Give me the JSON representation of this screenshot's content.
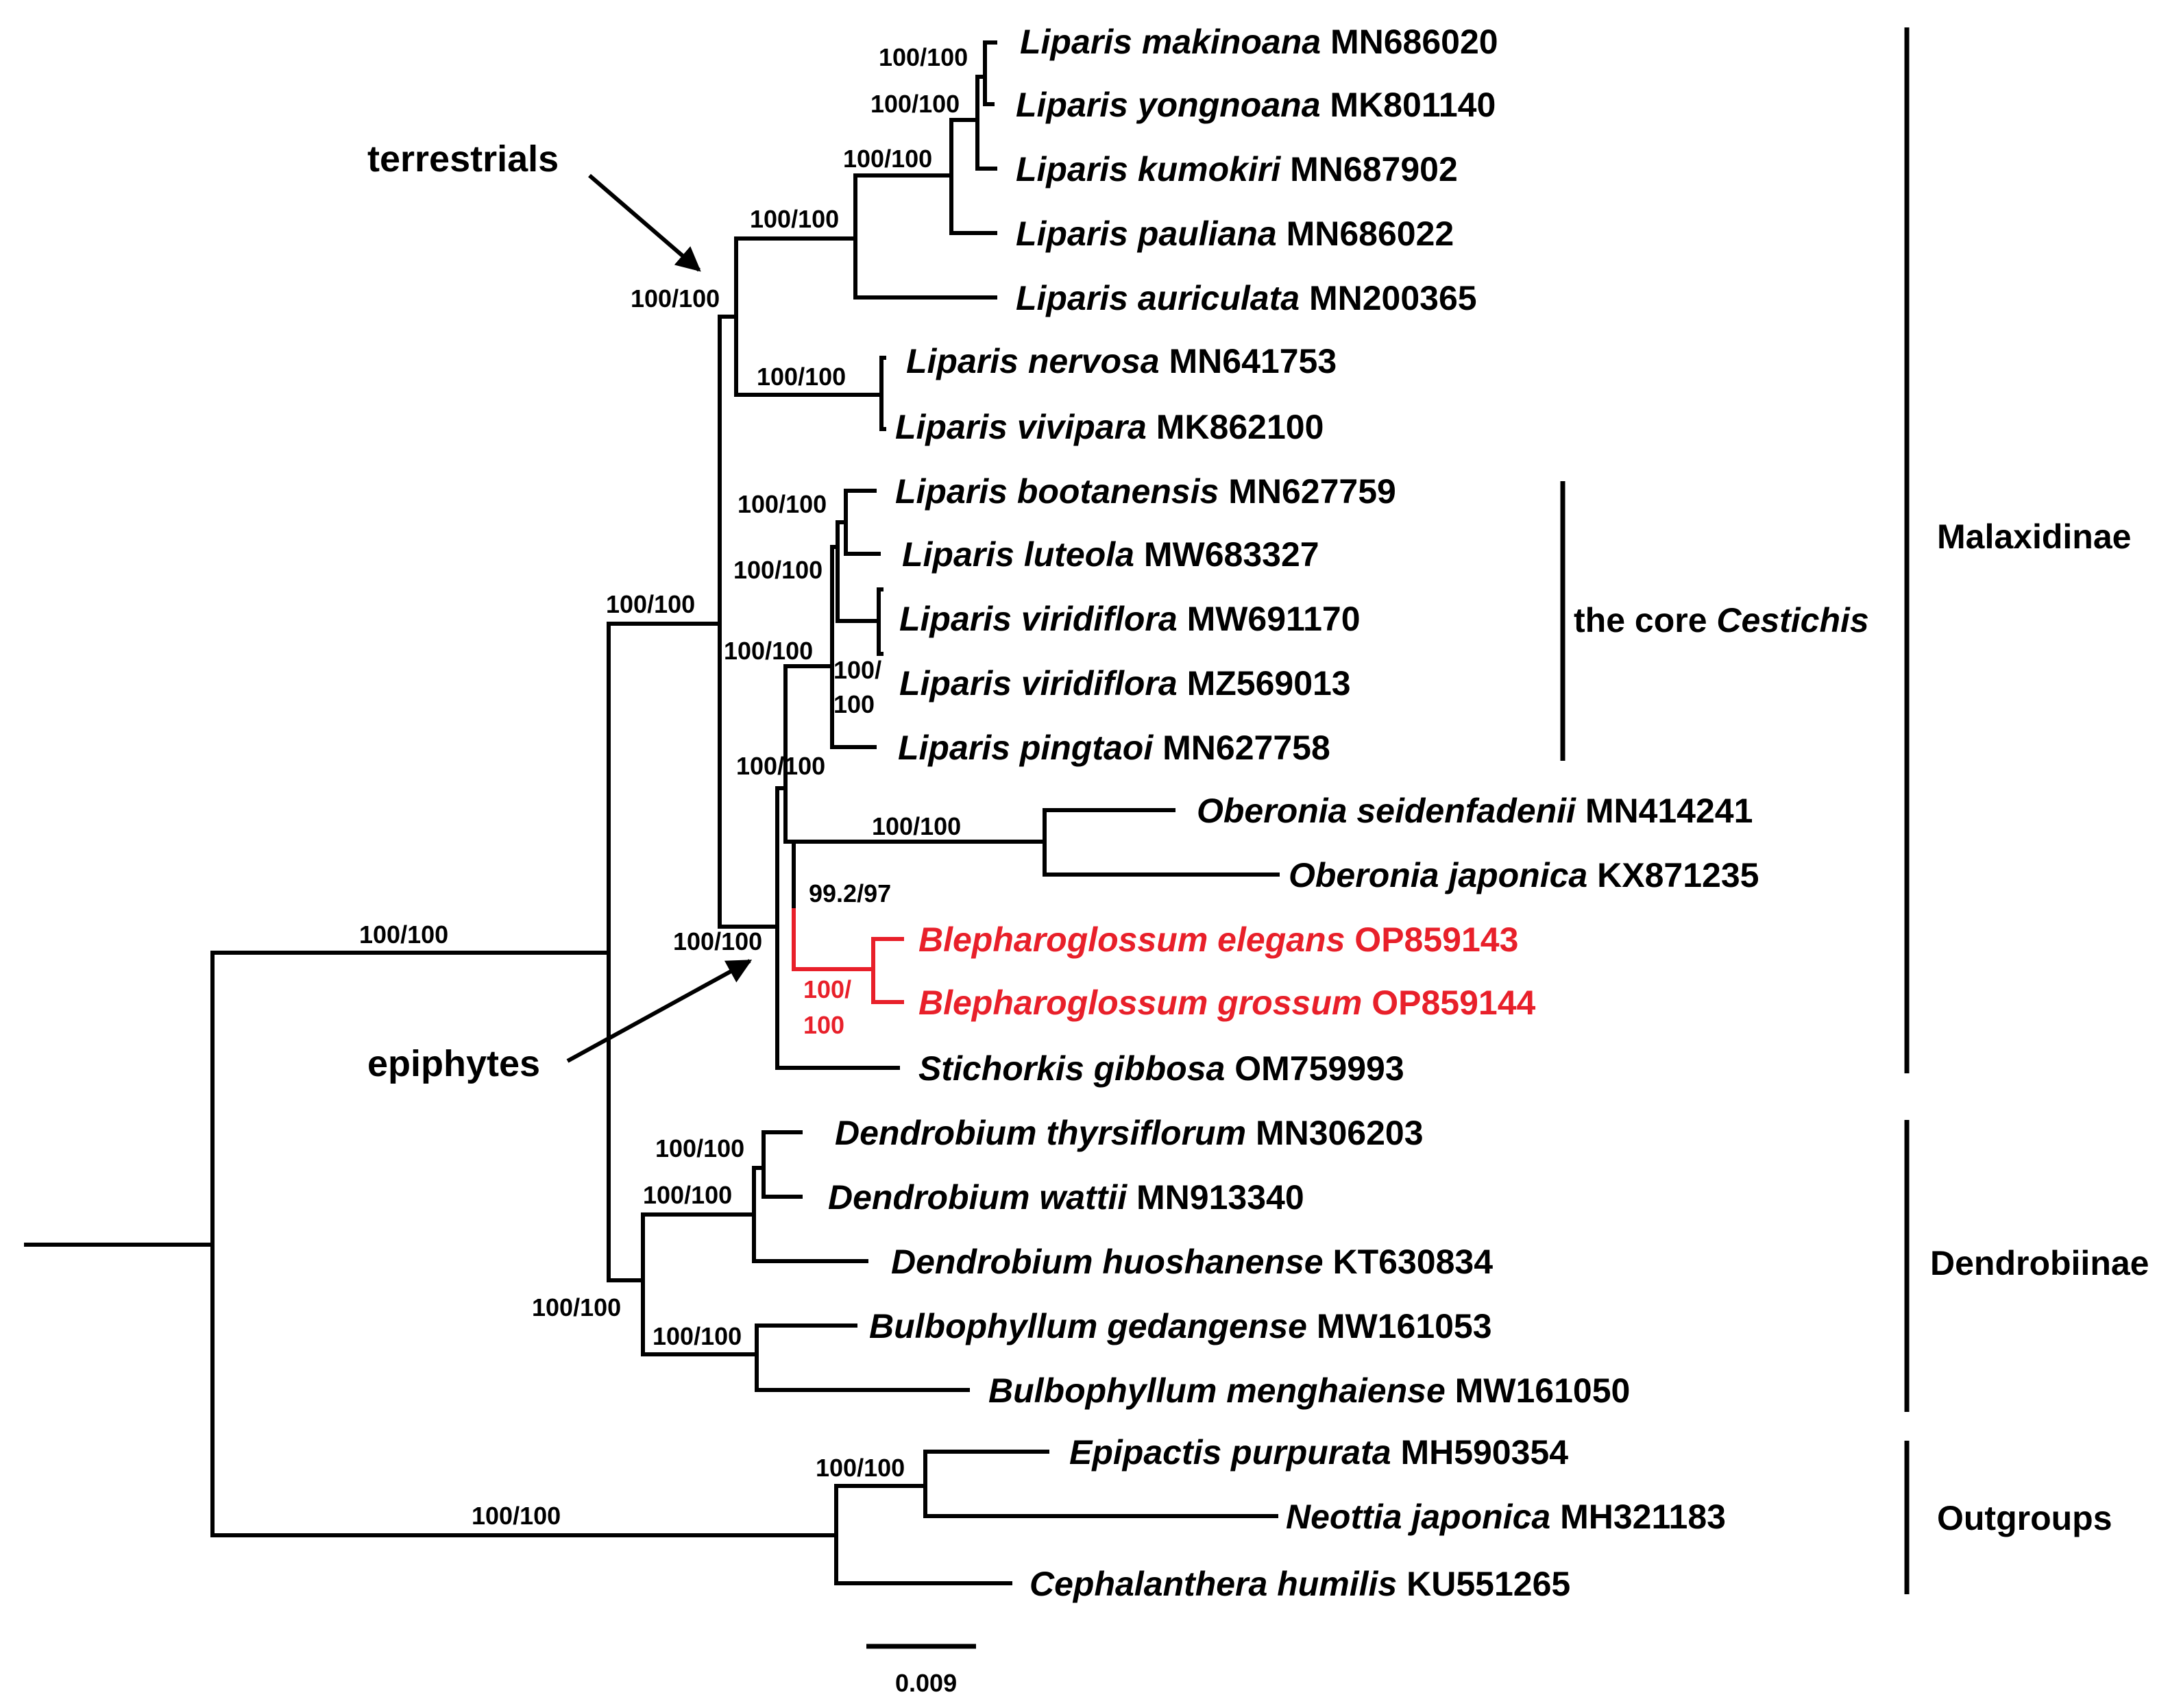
{
  "taxa": [
    {
      "genus_species": "Liparis makinoana",
      "accession": "MN686020"
    },
    {
      "genus_species": "Liparis yongnoana",
      "accession": "MK801140"
    },
    {
      "genus_species": "Liparis kumokiri",
      "accession": "MN687902"
    },
    {
      "genus_species": "Liparis pauliana",
      "accession": "MN686022"
    },
    {
      "genus_species": "Liparis auriculata",
      "accession": "MN200365"
    },
    {
      "genus_species": "Liparis nervosa",
      "accession": "MN641753"
    },
    {
      "genus_species": "Liparis vivipara",
      "accession": "MK862100"
    },
    {
      "genus_species": "Liparis bootanensis",
      "accession": "MN627759"
    },
    {
      "genus_species": "Liparis luteola",
      "accession": "MW683327"
    },
    {
      "genus_species": "Liparis viridiflora",
      "accession": "MW691170"
    },
    {
      "genus_species": "Liparis viridiflora",
      "accession": "MZ569013"
    },
    {
      "genus_species": "Liparis pingtaoi",
      "accession": "MN627758"
    },
    {
      "genus_species": "Oberonia seidenfadenii",
      "accession": "MN414241"
    },
    {
      "genus_species": "Oberonia japonica",
      "accession": "KX871235"
    },
    {
      "genus_species": "Blepharoglossum elegans",
      "accession": "OP859143",
      "highlight_color": "#e8202a"
    },
    {
      "genus_species": "Blepharoglossum grossum",
      "accession": "OP859144",
      "highlight_color": "#e8202a"
    },
    {
      "genus_species": "Stichorkis gibbosa",
      "accession": "OM759993"
    },
    {
      "genus_species": "Dendrobium thyrsiflorum",
      "accession": "MN306203"
    },
    {
      "genus_species": "Dendrobium wattii",
      "accession": "MN913340"
    },
    {
      "genus_species": "Dendrobium huoshanense",
      "accession": "KT630834"
    },
    {
      "genus_species": "Bulbophyllum gedangense",
      "accession": "MW161053"
    },
    {
      "genus_species": "Bulbophyllum menghaiense",
      "accession": "MW161050"
    },
    {
      "genus_species": "Epipactis purpurata",
      "accession": "MH590354"
    },
    {
      "genus_species": "Neottia japonica",
      "accession": "MH321183"
    },
    {
      "genus_species": "Cephalanthera humilis",
      "accession": "KU551265"
    }
  ],
  "support_labels": {
    "makinoana_yongnoana": "100/100",
    "makinoana_kumokiri": "100/100",
    "makinoana_pauliana": "100/100",
    "makinoana_auriculata": "100/100",
    "terrestrials_clade": "100/100",
    "nervosa_vivipara": "100/100",
    "bootanensis_luteola": "100/100",
    "bootanensis_viridiflora": "100/100",
    "viridiflora_pair_line1": "100/",
    "viridiflora_pair_line2": "100",
    "core_cestichis": "100/100",
    "cestichis_plus_rest": "100/100",
    "oberonia_pair": "100/100",
    "oberonia_blepharoglossum": "99.2/97",
    "blepharoglossum_line1": "100/",
    "blepharoglossum_line2": "100",
    "epiphytes_clade": "100/100",
    "malaxidinae_clade": "100/100",
    "thyrsiflorum_wattii": "100/100",
    "dendrobium_clade": "100/100",
    "dendrobiinae_clade": "100/100",
    "bulbophyllum_pair": "100/100",
    "ingroup_clade": "100/100",
    "epipactis_neottia": "100/100",
    "outgroup_clade": "100/100"
  },
  "groups": {
    "malaxidinae": "Malaxidinae",
    "dendrobiinae": "Dendrobiinae",
    "outgroups": "Outgroups",
    "core_cestichis_prefix": "the core ",
    "core_cestichis_genus": "Cestichis"
  },
  "annotations": {
    "terrestrials": "terrestrials",
    "epiphytes": "epiphytes"
  },
  "scale_bar": {
    "label": "0.009"
  },
  "colors": {
    "highlight": "#e8202a",
    "default": "#000000"
  }
}
